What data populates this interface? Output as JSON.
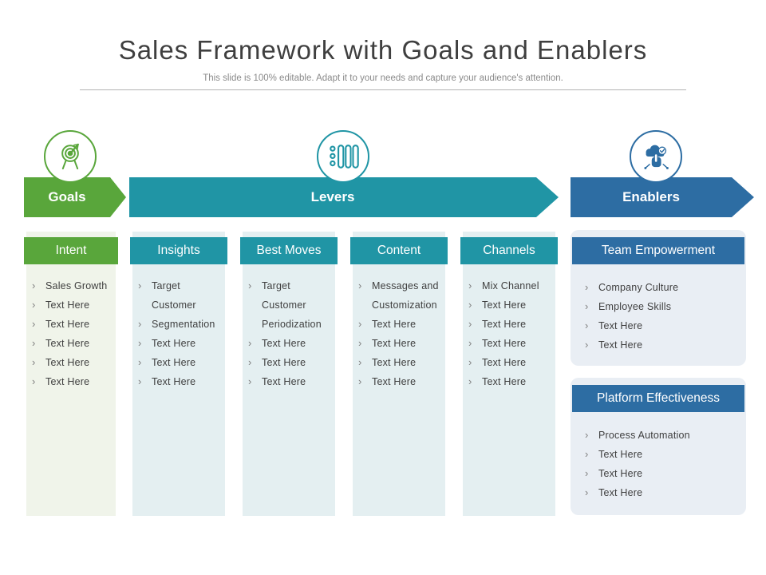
{
  "slide": {
    "title": "Sales Framework with Goals and Enablers",
    "subtitle": "This slide is 100% editable. Adapt it to your needs and capture your audience's attention."
  },
  "colors": {
    "green": "#59a63b",
    "teal": "#2095a5",
    "blue": "#2d6da3",
    "light_green_bg": "#f0f4ea",
    "light_teal_bg": "#e4eff1",
    "light_blue_bg": "#e9eef4",
    "text_dark": "#3f3f3f",
    "text_gray": "#8a8a8a"
  },
  "list": {
    "bullet_char": "›"
  },
  "banners": [
    {
      "label": "Goals",
      "icon": "target-icon"
    },
    {
      "label": "Levers",
      "icon": "checklist-icon"
    },
    {
      "label": "Enablers",
      "icon": "cloud-hand-icon"
    }
  ],
  "columns": [
    {
      "header": "Intent",
      "items": [
        "Sales Growth",
        "Text Here",
        "Text Here",
        "Text Here",
        "Text Here",
        "Text Here"
      ]
    },
    {
      "header": "Insights",
      "items": [
        "Target Customer",
        "Segmentation",
        "Text Here",
        "Text Here",
        "Text Here"
      ]
    },
    {
      "header": "Best Moves",
      "items": [
        "Target Customer Periodization",
        "Text Here",
        "Text Here",
        "Text Here"
      ]
    },
    {
      "header": "Content",
      "items": [
        "Messages and Customization",
        "Text Here",
        "Text Here",
        "Text Here",
        "Text Here"
      ]
    },
    {
      "header": "Channels",
      "items": [
        "Mix Channel",
        "Text Here",
        "Text Here",
        "Text Here",
        "Text Here",
        "Text Here"
      ]
    }
  ],
  "panels": [
    {
      "header": "Team Empowerment",
      "items": [
        "Company Culture",
        "Employee Skills",
        "Text Here",
        "Text Here"
      ]
    },
    {
      "header": "Platform Effectiveness",
      "items": [
        "Process Automation",
        "Text Here",
        "Text Here",
        "Text Here"
      ]
    }
  ]
}
